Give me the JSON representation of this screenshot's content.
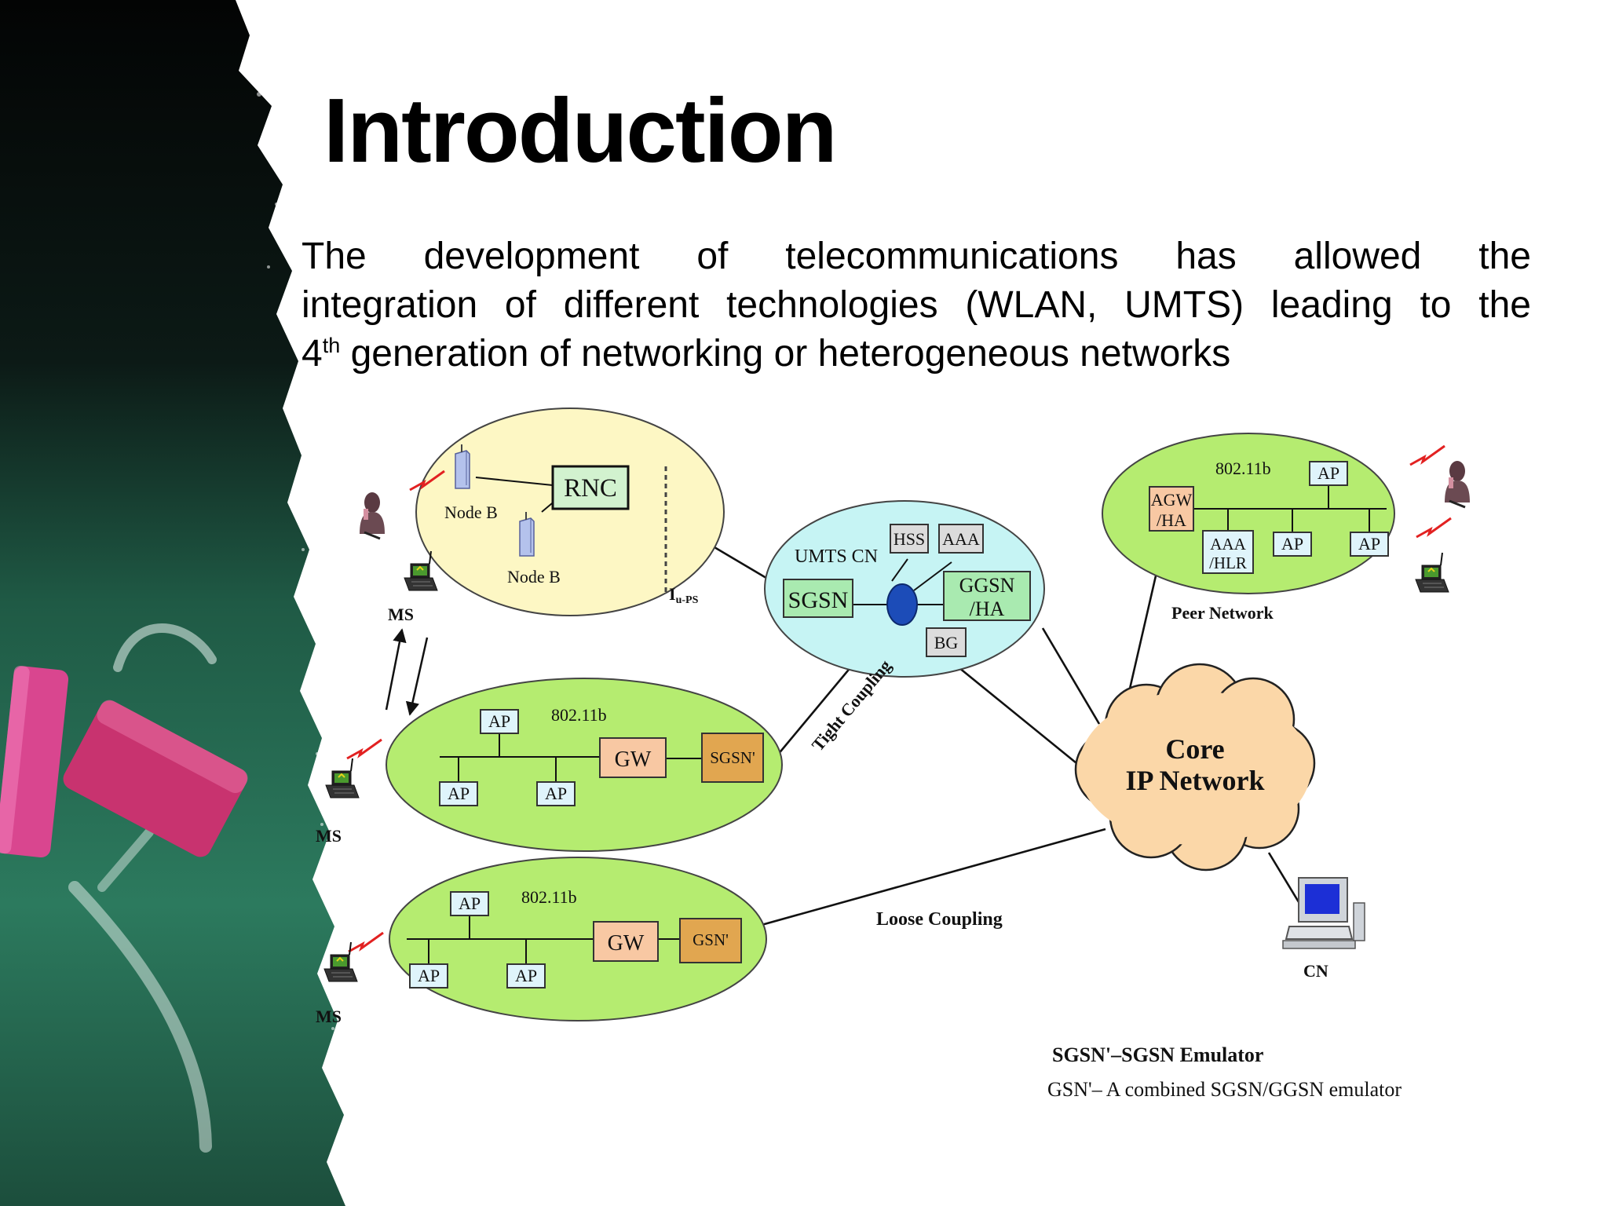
{
  "slide": {
    "title": "Introduction",
    "body": {
      "line1": "The development of telecommunications has allowed the",
      "line2": "integration of different technologies (WLAN, UMTS) leading to the",
      "line3_num": "4",
      "line3_sup": "th",
      "line3_rest": " generation of networking or heterogeneous networks"
    }
  },
  "diagram": {
    "umts_ran": {
      "node_b_1": "Node B",
      "node_b_2": "Node B",
      "rnc": "RNC",
      "iu_main": "I",
      "iu_sub": "u-PS"
    },
    "umts_cn": {
      "label": "UMTS CN",
      "sgsn": "SGSN",
      "hss": "HSS",
      "aaa": "AAA",
      "ggsn_line1": "GGSN",
      "ggsn_line2": "/HA",
      "bg": "BG"
    },
    "peer_network": {
      "label": "Peer Network",
      "std": "802.11b",
      "agw_line1": "AGW",
      "agw_line2": "/HA",
      "aaa_line1": "AAA",
      "aaa_line2": "/HLR",
      "ap_top": "AP",
      "ap_mid": "AP",
      "ap_right": "AP"
    },
    "wlan_tight": {
      "std": "802.11b",
      "ap_top": "AP",
      "ap_left": "AP",
      "ap_right": "AP",
      "gw": "GW",
      "sgsn_emulator": "SGSN'"
    },
    "wlan_loose": {
      "std": "802.11b",
      "ap_top": "AP",
      "ap_left": "AP",
      "ap_right": "AP",
      "gw": "GW",
      "gsn": "GSN'"
    },
    "core": {
      "line1": "Core",
      "line2": "IP Network"
    },
    "links": {
      "tight": "Tight Coupling",
      "loose": "Loose Coupling"
    },
    "terminals": {
      "ms_top": "MS",
      "ms_mid": "MS",
      "ms_bottom": "MS",
      "cn": "CN"
    },
    "notes": {
      "note1": "SGSN'–SGSN Emulator",
      "note2": "GSN'– A combined SGSN/GGSN emulator"
    },
    "colors": {
      "umts_ran_fill": "#fdf7c4",
      "umts_cn_fill": "#c6f4f4",
      "wlan_fill": "#b5ec70",
      "core_fill": "#fbd7a8",
      "gw_fill": "#f8c8a3",
      "emulator_fill": "#e1a650",
      "ap_fill": "#dff4fb",
      "ggsn_fill": "#a9eab0"
    }
  }
}
